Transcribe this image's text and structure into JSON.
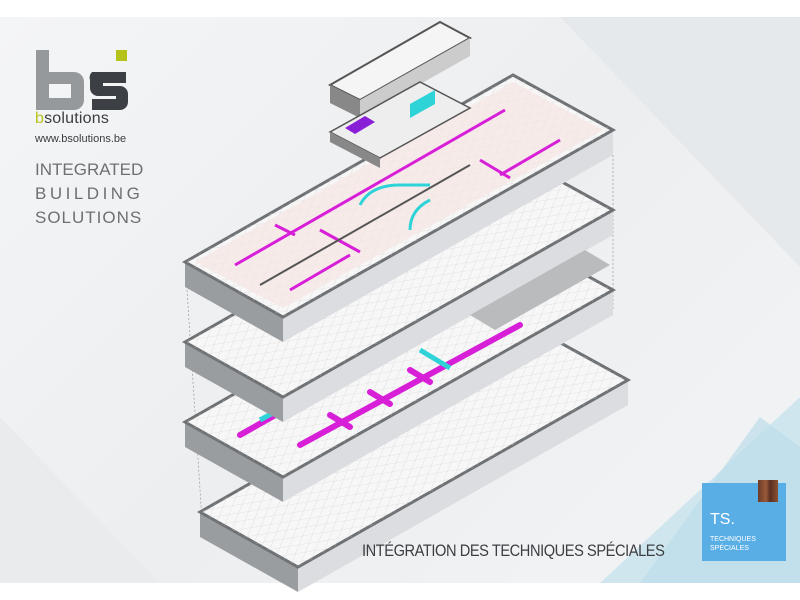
{
  "logo": {
    "mark_text": "bs",
    "brand_prefix": "b",
    "brand_rest": "solutions",
    "url": "www.bsolutions.be",
    "accent_color": "#b5c21a"
  },
  "tagline": [
    "INTEGRATED",
    "BUILDING",
    "SOLUTIONS"
  ],
  "caption": "INTÉGRATION DES TECHNIQUES SPÉCIALES",
  "badge": {
    "title": "TS.",
    "line1": "TECHNIQUES",
    "line2": "SPÉCIALES",
    "color": "#5aaee6"
  },
  "colors": {
    "duct_magenta": "#d81fd8",
    "duct_cyan": "#2ed3d8",
    "slab": "#f3eeee",
    "wall": "#8a8d90"
  }
}
